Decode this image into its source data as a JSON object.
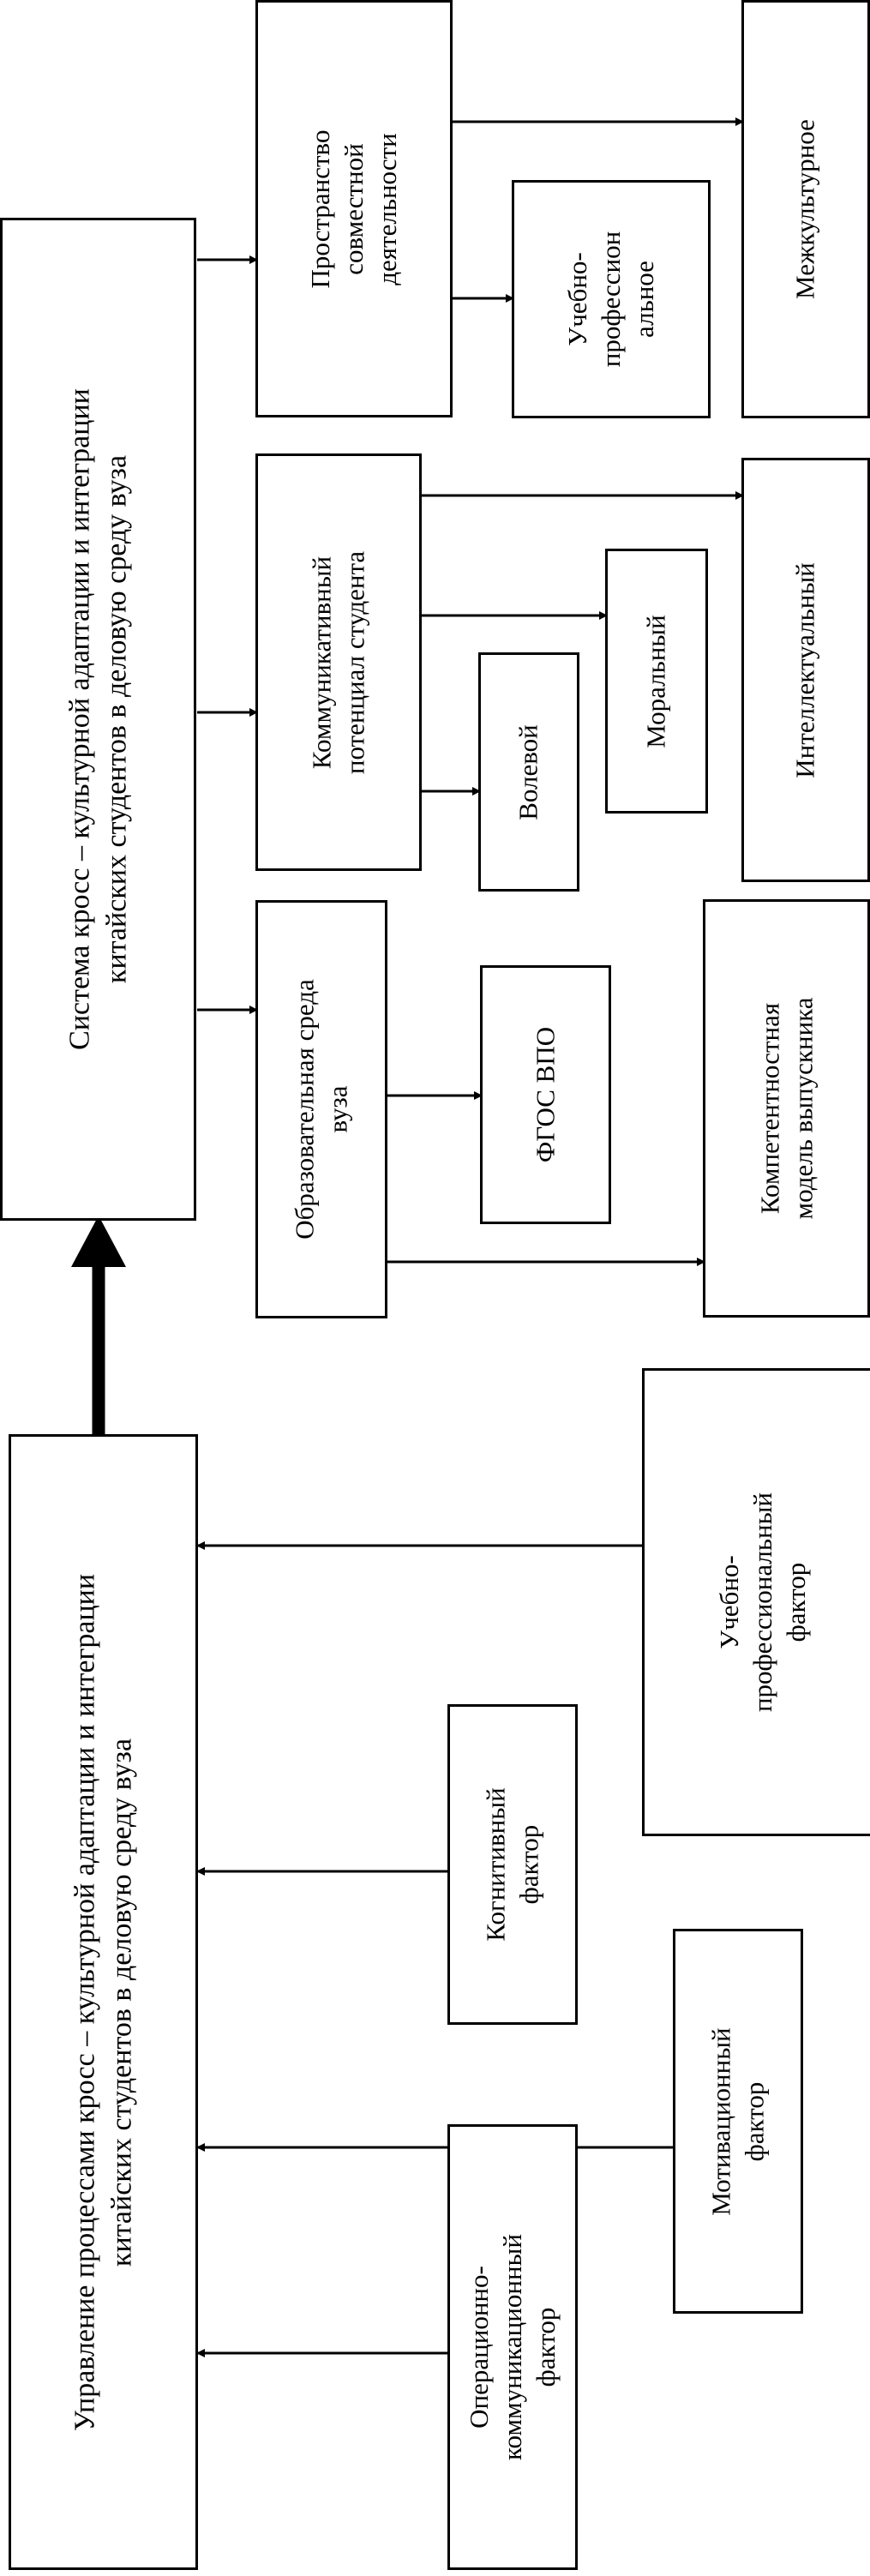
{
  "diagram": {
    "management": {
      "line1": "Управление процессами кросс – культурной адаптации и интеграции",
      "line2": "китайских студентов в деловую среду вуза"
    },
    "system": {
      "line1": "Система кросс – культурной адаптации и интеграции",
      "line2": "китайских студентов в деловую среду вуза"
    },
    "factors": {
      "operational": {
        "line1": "Операционно-",
        "line2": "коммуникационный",
        "line3": "фактор"
      },
      "motivational": {
        "line1": "Мотивационный",
        "line2": "фактор"
      },
      "cognitive": {
        "line1": "Когнитивный",
        "line2": "фактор"
      },
      "professional": {
        "line1": "Учебно-",
        "line2": "профессиональный",
        "line3": "фактор"
      }
    },
    "education": {
      "env": {
        "line1": "Образовательная среда",
        "line2": "вуза"
      },
      "fgos": "ФГОС ВПО",
      "model": {
        "line1": "Компетентностная",
        "line2": "модель выпускника"
      }
    },
    "potential": {
      "main": {
        "line1": "Коммуникативный",
        "line2": "потенциал студента"
      },
      "volitional": "Волевой",
      "moral": "Моральный",
      "intellectual": "Интеллектуальный"
    },
    "space": {
      "main": {
        "line1": "Пространство",
        "line2": "совместной",
        "line3": "деятельности"
      },
      "educational": {
        "line1": "Учебно-",
        "line2": "профессион",
        "line3": "альное"
      },
      "intercultural": "Межкультурное"
    }
  }
}
